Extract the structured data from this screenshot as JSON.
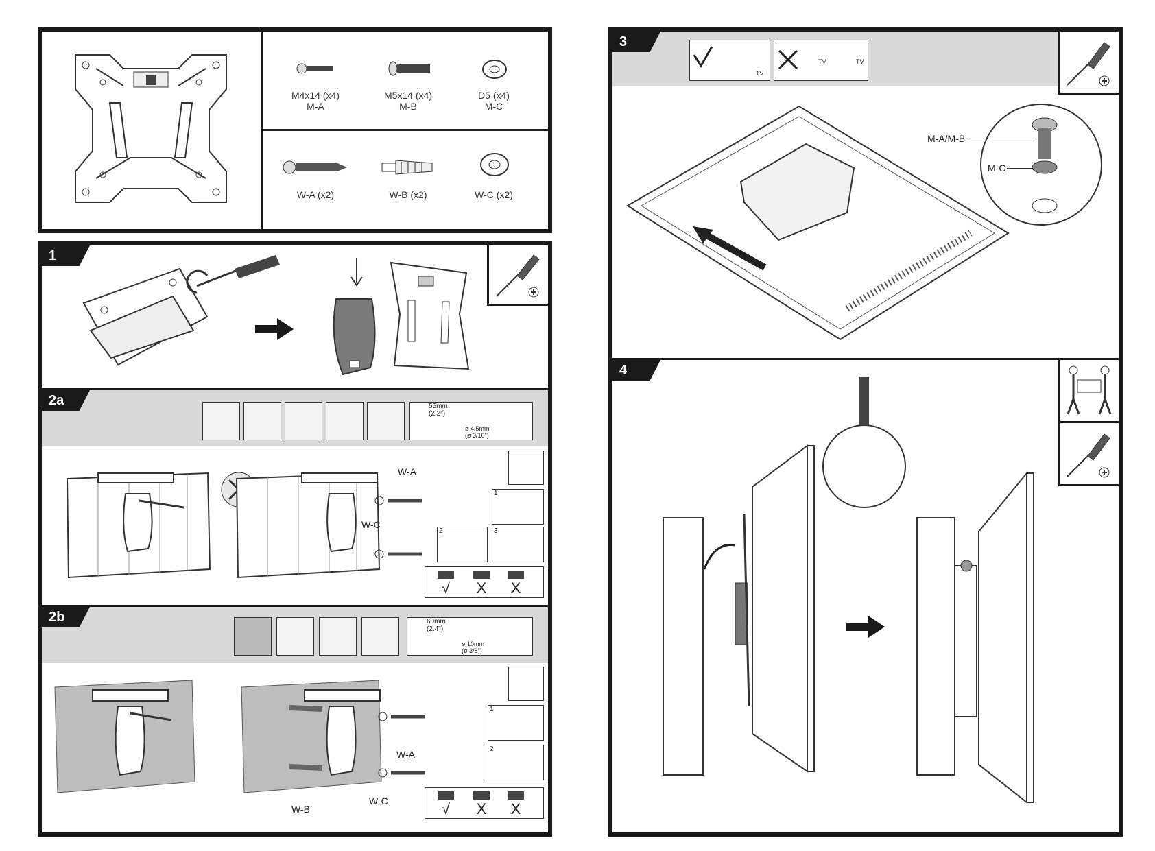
{
  "parts": {
    "screw_m4": {
      "size": "M4x14 (x4)",
      "code": "M-A"
    },
    "screw_m5": {
      "size": "M5x14 (x4)",
      "code": "M-B"
    },
    "washer_d5": {
      "size": "D5 (x4)",
      "code": "M-C"
    },
    "wood_screw": {
      "code": "W-A (x2)"
    },
    "wall_plug": {
      "code": "W-B (x2)"
    },
    "wall_washer": {
      "code": "W-C (x2)"
    }
  },
  "steps": {
    "s1": "1",
    "s2a": "2a",
    "s2b": "2b",
    "s3": "3",
    "s4": "4"
  },
  "step2a": {
    "drill_depth": "55mm",
    "drill_depth_in": "(2.2\")",
    "drill_dia": "ø 4.5mm",
    "drill_dia_in": "(ø 3/16\")",
    "label_wa": "W-A",
    "label_wc": "W-C",
    "sub1": "1",
    "sub2": "2",
    "sub3": "3",
    "check": "√",
    "cross1": "X",
    "cross2": "X"
  },
  "step2b": {
    "drill_depth": "60mm",
    "drill_depth_in": "(2.4\")",
    "drill_dia": "ø 10mm",
    "drill_dia_in": "(ø 3/8\")",
    "label_wa": "W-A",
    "label_wb": "W-B",
    "label_wc": "W-C",
    "sub1": "1",
    "sub2": "2",
    "check": "√",
    "cross1": "X",
    "cross2": "X"
  },
  "step3": {
    "label_ma_mb": "M-A/M-B",
    "label_mc": "M-C",
    "tv": "TV"
  }
}
